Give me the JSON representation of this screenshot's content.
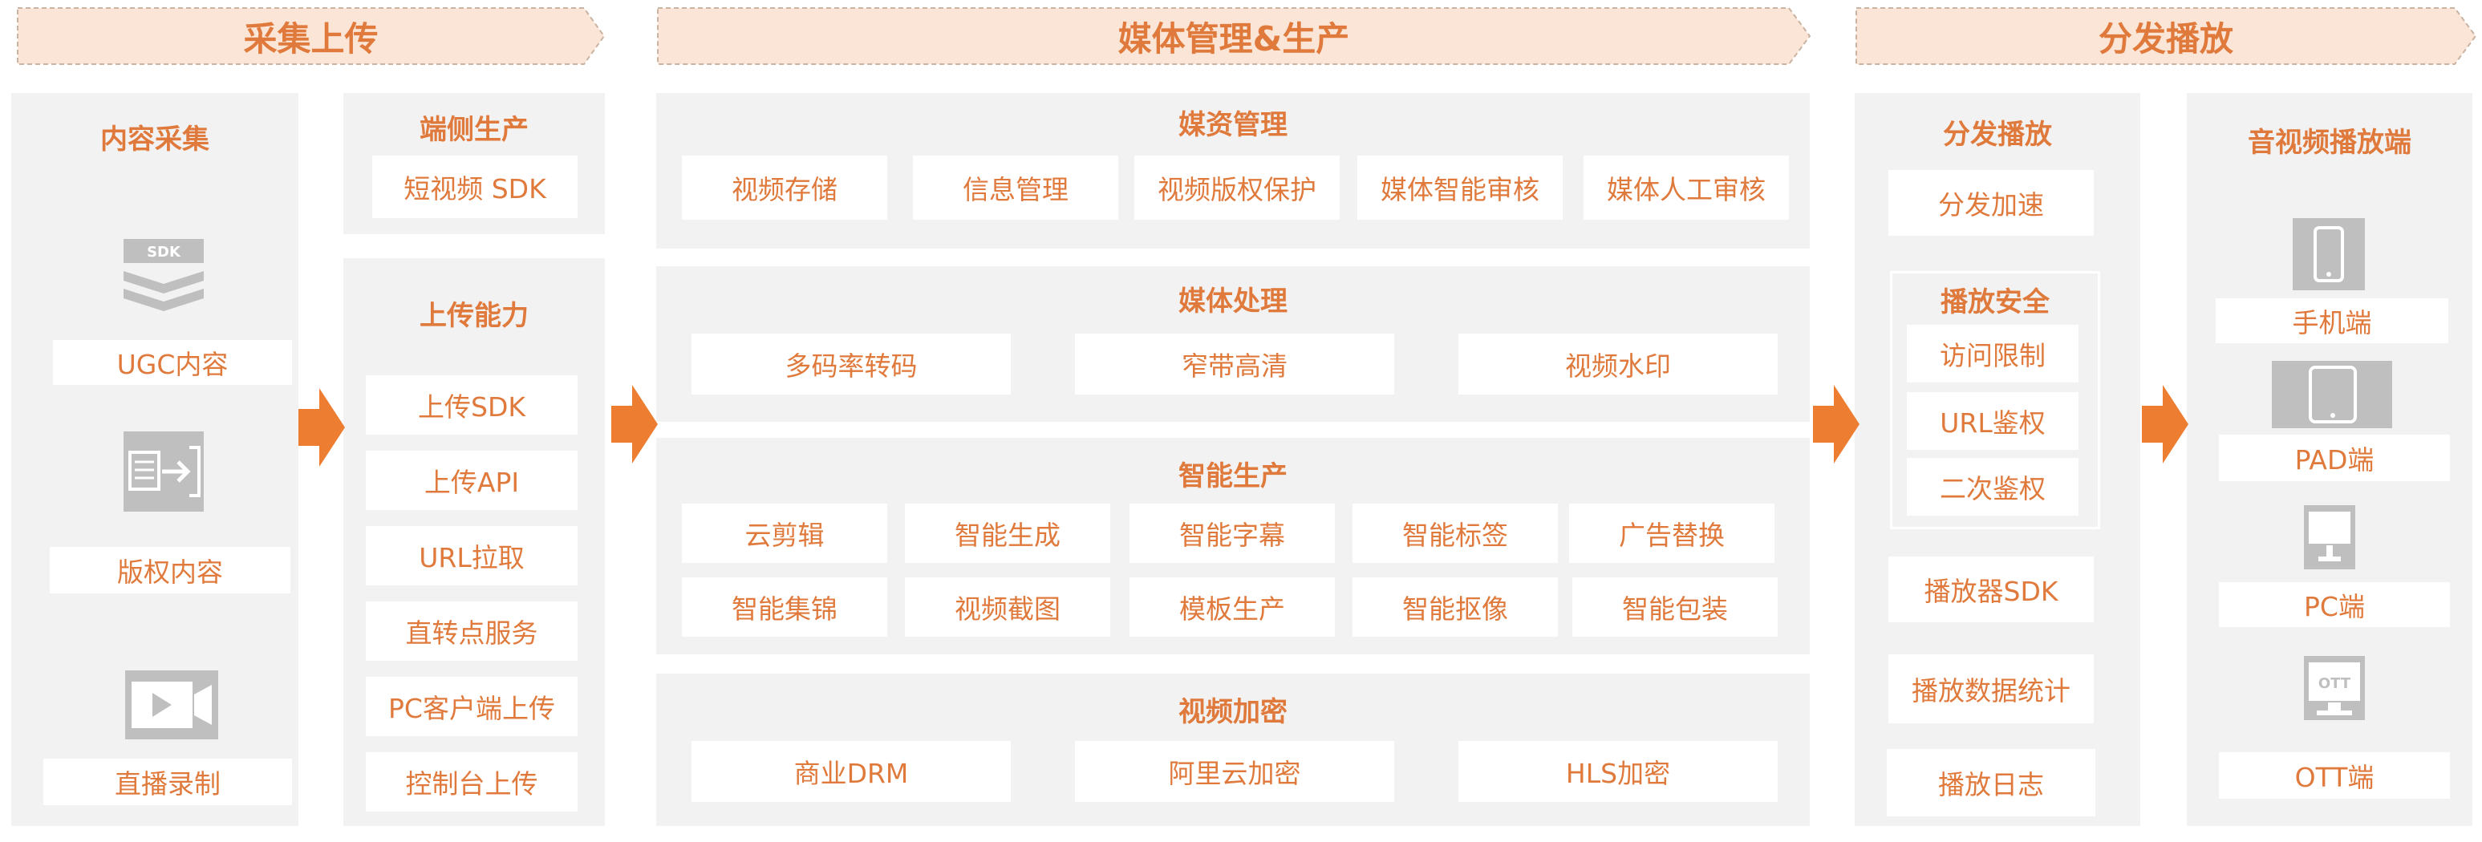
{
  "banners": {
    "collect": "采集上传",
    "media": "媒体管理&生产",
    "distribute": "分发播放"
  },
  "content_collect": {
    "title": "内容采集",
    "sdk_icon_text": "SDK",
    "items": [
      "UGC内容",
      "版权内容",
      "直播录制"
    ]
  },
  "edge_production": {
    "title": "端侧生产",
    "items": [
      "短视频 SDK"
    ]
  },
  "upload": {
    "title": "上传能力",
    "items": [
      "上传SDK",
      "上传API",
      "URL拉取",
      "直转点服务",
      "PC客户端上传",
      "控制台上传"
    ]
  },
  "media_assets": {
    "title": "媒资管理",
    "items": [
      "视频存储",
      "信息管理",
      "视频版权保护",
      "媒体智能审核",
      "媒体人工审核"
    ]
  },
  "media_processing": {
    "title": "媒体处理",
    "items": [
      "多码率转码",
      "窄带高清",
      "视频水印"
    ]
  },
  "smart_production": {
    "title": "智能生产",
    "row1": [
      "云剪辑",
      "智能生成",
      "智能字幕",
      "智能标签",
      "广告替换"
    ],
    "row2": [
      "智能集锦",
      "视频截图",
      "模板生产",
      "智能抠像",
      "智能包装"
    ]
  },
  "encryption": {
    "title": "视频加密",
    "items": [
      "商业DRM",
      "阿里云加密",
      "HLS加密"
    ]
  },
  "distribution": {
    "title": "分发播放",
    "accel": "分发加速",
    "security_title": "播放安全",
    "security_items": [
      "访问限制",
      "URL鉴权",
      "二次鉴权"
    ],
    "bottom_items": [
      "播放器SDK",
      "播放数据统计",
      "播放日志"
    ]
  },
  "players": {
    "title": "音视频播放端",
    "items": [
      "手机端",
      "PAD端",
      "PC端",
      "OTT端"
    ],
    "ott_icon_text": "OTT"
  },
  "colors": {
    "accent": "#e07a3c",
    "panel": "#f2f2f2",
    "banner_fill": "#fbe5d6",
    "icon_gray": "#bfbfbf",
    "arrow": "#ed7d31"
  }
}
